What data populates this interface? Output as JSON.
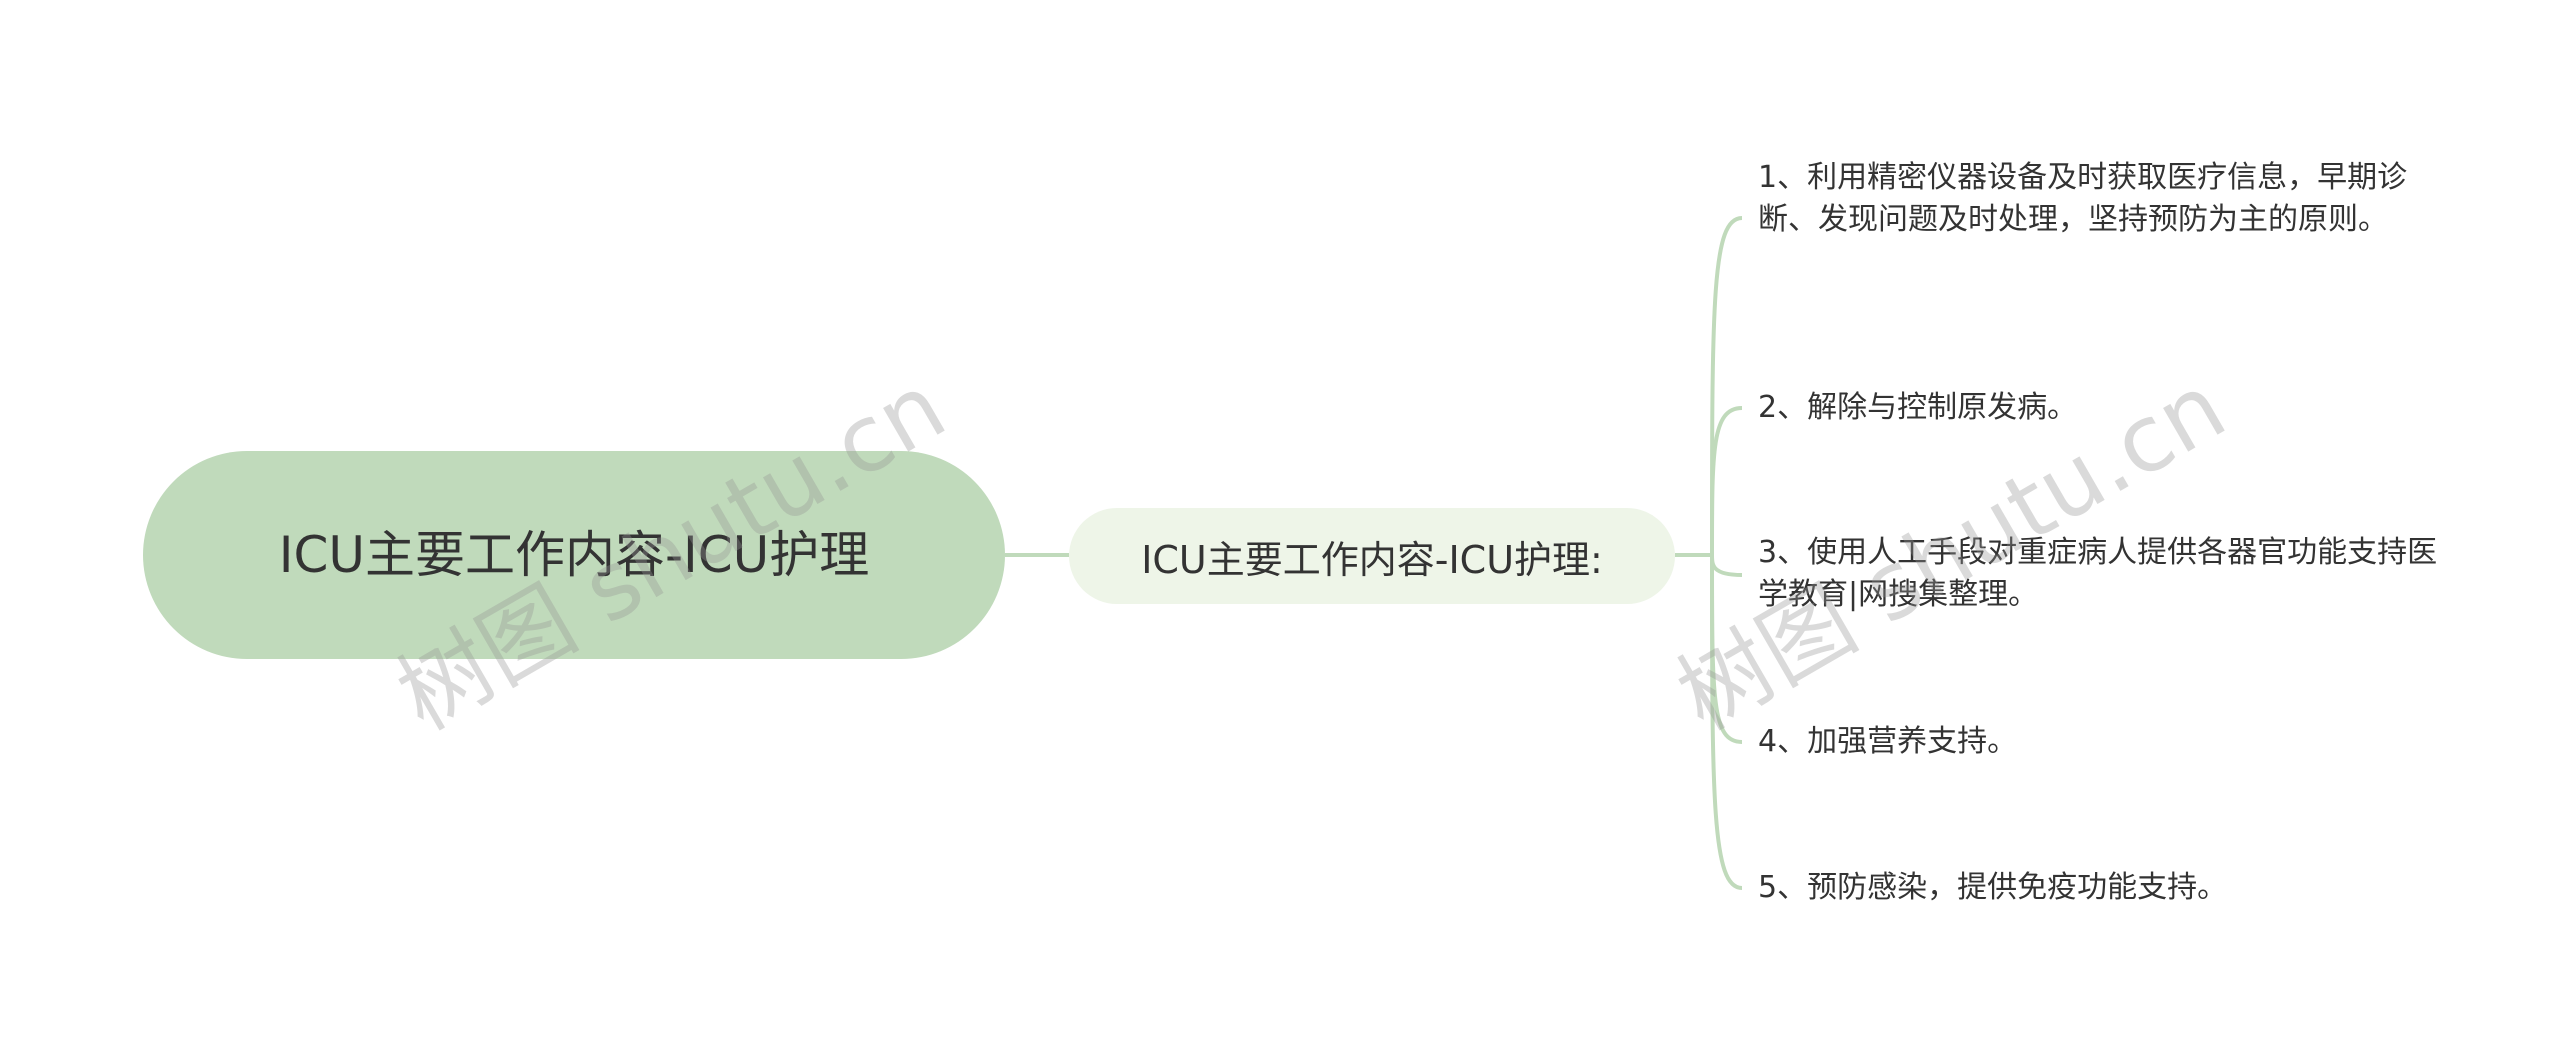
{
  "root": {
    "label": "ICU主要工作内容-ICU护理"
  },
  "branch": {
    "label": "ICU主要工作内容-ICU护理:"
  },
  "leaves": [
    {
      "label": "1、利用精密仪器设备及时获取医疗信息，早期诊断、发现问题及时处理，坚持预防为主的原则。"
    },
    {
      "label": "2、解除与控制原发病。"
    },
    {
      "label": "3、使用人工手段对重症病人提供各器官功能支持医学教育|网搜集整理。"
    },
    {
      "label": "4、加强营养支持。"
    },
    {
      "label": "5、预防感染，提供免疫功能支持。"
    }
  ],
  "watermarks": [
    "树图 shutu.cn",
    "树图 shutu.cn"
  ],
  "colors": {
    "root_fill": "#c0dabb",
    "branch_fill": "#eef5e8",
    "connector": "#c0dabb",
    "text": "#333333"
  }
}
